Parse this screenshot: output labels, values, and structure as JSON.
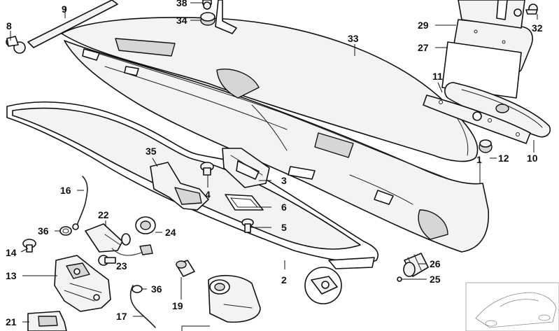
{
  "callouts": {
    "c1": "1",
    "c2": "2",
    "c3": "3",
    "c4": "4",
    "c5": "5",
    "c6": "6",
    "c8": "8",
    "c9": "9",
    "c10": "10",
    "c11": "11",
    "c12": "12",
    "c13": "13",
    "c14": "14",
    "c16": "16",
    "c17": "17",
    "c19": "19",
    "c21": "21",
    "c22": "22",
    "c23": "23",
    "c24": "24",
    "c25": "25",
    "c26": "26",
    "c27": "27",
    "c29": "29",
    "c32": "32",
    "c33": "33",
    "c34": "34",
    "c35": "35",
    "c36a": "36",
    "c36b": "36",
    "c38": "38"
  },
  "colors": {
    "line": "#111111",
    "part_fill": "#f3f3f3",
    "background": "#ffffff"
  }
}
